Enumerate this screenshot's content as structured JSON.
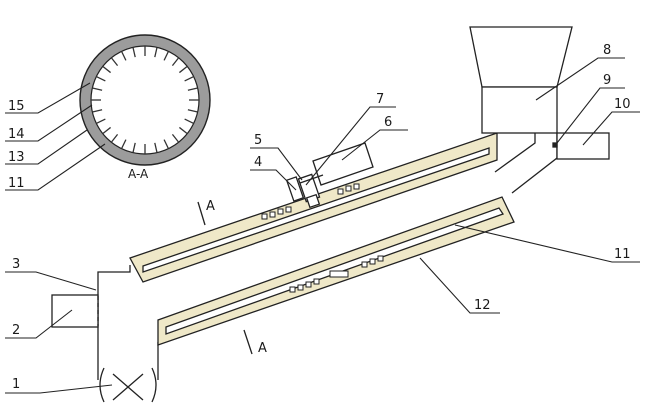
{
  "diagram": {
    "section_title": "A-A",
    "cut_marker": "A",
    "cut_marker_lower": "A",
    "labels": {
      "l1": "1",
      "l2": "2",
      "l3": "3",
      "l4": "4",
      "l5": "5",
      "l6": "6",
      "l7": "7",
      "l8": "8",
      "l9": "9",
      "l10": "10",
      "l11_right": "11",
      "l12": "12",
      "l11_left": "11",
      "l13": "13",
      "l14": "14",
      "l15": "15"
    },
    "colors": {
      "line": "#222222",
      "insulation_fill": "#efe8c8",
      "ring_fill": "#9c9c9c",
      "background": "#ffffff"
    }
  }
}
